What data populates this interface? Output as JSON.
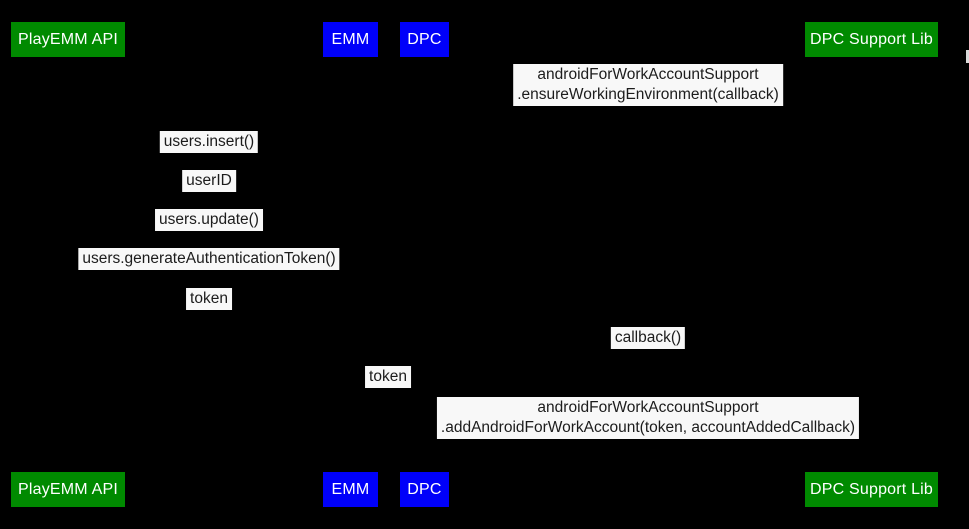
{
  "diagram": {
    "type": "sequence-diagram",
    "background": "#000000",
    "colors": {
      "actor_green": "#008a00",
      "actor_blue": "#0000fa",
      "label_bg": "#f8f8f8",
      "label_text": "#1c1c1c",
      "actor_text": "#ffffff"
    },
    "actors": [
      {
        "label": "PlayEMM API",
        "color": "green"
      },
      {
        "label": "EMM",
        "color": "blue"
      },
      {
        "label": "DPC",
        "color": "blue"
      },
      {
        "label": "DPC Support Lib",
        "color": "green"
      }
    ],
    "messages": [
      {
        "lines": [
          "androidForWorkAccountSupport",
          ".ensureWorkingEnvironment(callback)"
        ]
      },
      {
        "lines": [
          "users.insert()"
        ]
      },
      {
        "lines": [
          "userID"
        ]
      },
      {
        "lines": [
          "users.update()"
        ]
      },
      {
        "lines": [
          "users.generateAuthenticationToken()"
        ]
      },
      {
        "lines": [
          "token"
        ]
      },
      {
        "lines": [
          "callback()"
        ]
      },
      {
        "lines": [
          "token"
        ]
      },
      {
        "lines": [
          "androidForWorkAccountSupport",
          ".addAndroidForWorkAccount(token, accountAddedCallback)"
        ]
      }
    ]
  }
}
